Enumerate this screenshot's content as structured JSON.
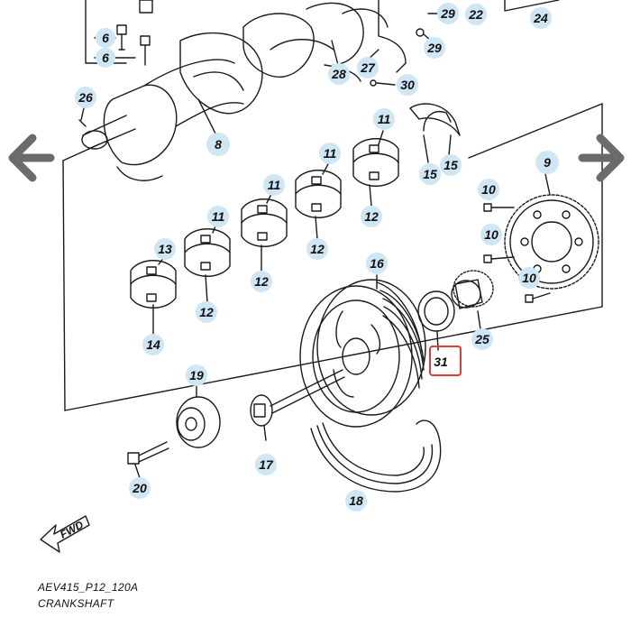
{
  "diagram": {
    "code": "AEV415_P12_120A",
    "name": "CRANKSHAFT",
    "fwd_label": "FWD"
  },
  "parts": {
    "p6a": "6",
    "p6b": "6",
    "p8": "8",
    "p9": "9",
    "p10a": "10",
    "p10b": "10",
    "p10c": "10",
    "p11a": "11",
    "p11b": "11",
    "p11c": "11",
    "p11d": "11",
    "p12a": "12",
    "p12b": "12",
    "p12c": "12",
    "p12d": "12",
    "p13": "13",
    "p14": "14",
    "p15a": "15",
    "p15b": "15",
    "p16": "16",
    "p17": "17",
    "p18": "18",
    "p19": "19",
    "p20": "20",
    "p22": "22",
    "p24": "24",
    "p25": "25",
    "p26": "26",
    "p27": "27",
    "p28": "28",
    "p29a": "29",
    "p29b": "29",
    "p30": "30",
    "p31": "31"
  },
  "colors": {
    "line": "#1a1a1a",
    "callout_bg": "#cfe6f5",
    "nav_arrow": "#6b6b6b",
    "highlight_box": "#e23b3b"
  },
  "icons": {
    "prev": "chevron-left-icon",
    "next": "chevron-right-icon"
  }
}
